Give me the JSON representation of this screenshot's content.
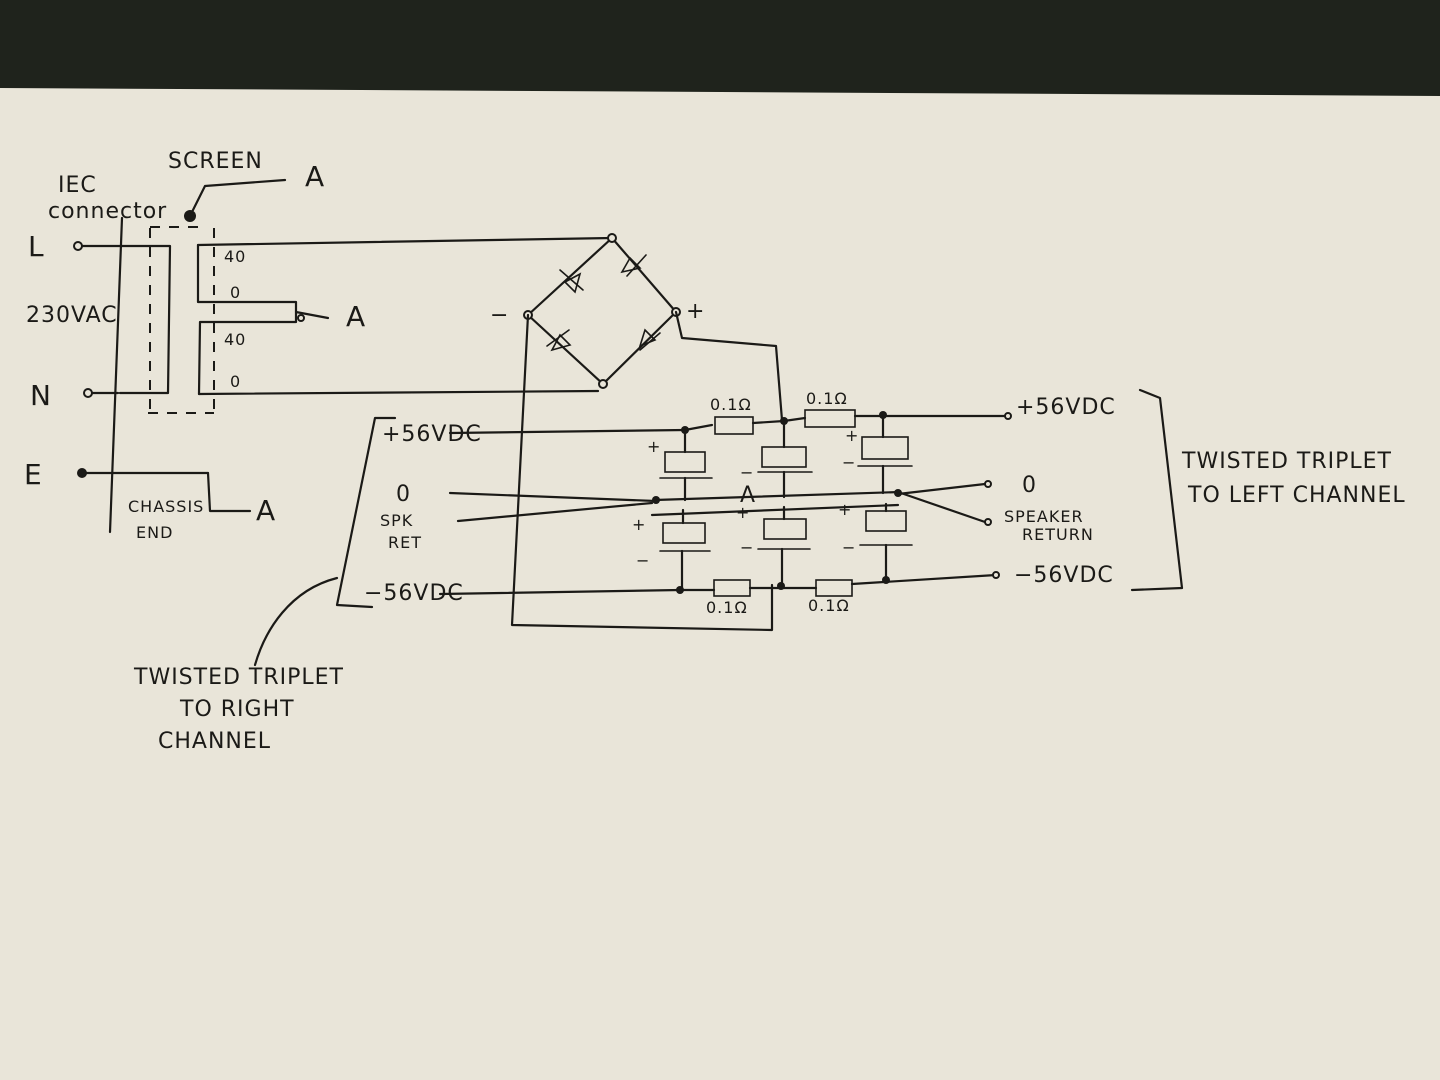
{
  "labels": {
    "screen": "SCREEN",
    "iec_line1": "IEC",
    "iec_line2": "connector",
    "live": "L",
    "neutral": "N",
    "earth": "E",
    "mains_voltage": "230VAC",
    "chassis_line1": "CHASSIS",
    "chassis_line2": "END",
    "node_a": "A",
    "sec_40_top": "40",
    "sec_0_top": "0",
    "sec_40_bottom": "40",
    "sec_0_bottom": "0",
    "bridge_minus": "−",
    "bridge_plus": "+",
    "left_pos_rail": "+56VDC",
    "left_zero": "0",
    "left_spk_line1": "SPK",
    "left_spk_line2": "RET",
    "left_neg_rail": "−56VDC",
    "res_top_1": "0.1Ω",
    "res_top_2": "0.1Ω",
    "res_bot_1": "0.1Ω",
    "res_bot_2": "0.1Ω",
    "right_pos_rail": "+56VDC",
    "right_zero": "0",
    "right_spk_line1": "SPEAKER",
    "right_spk_line2": "RETURN",
    "right_neg_rail": "−56VDC",
    "triplet_left_line1": "TWISTED TRIPLET",
    "triplet_left_line2": "TO LEFT CHANNEL",
    "triplet_right_line1": "TWISTED TRIPLET",
    "triplet_right_line2": "TO RIGHT",
    "triplet_right_line3": "CHANNEL",
    "cap_plus": "+",
    "cap_minus": "−"
  },
  "colors": {
    "paper": "#e9e5d9",
    "ink": "#1b1a17",
    "background": "#1f231c"
  }
}
